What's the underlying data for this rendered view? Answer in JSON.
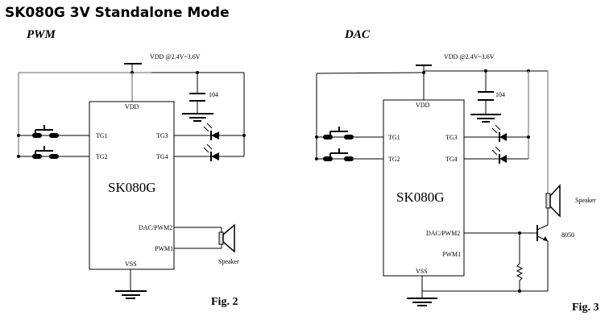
{
  "title": "SK080G 3V Standalone Mode",
  "diagrams": [
    {
      "id": "fig2",
      "mode_label": "PWM",
      "supply_label": "VDD @2.4V~3.6V",
      "capacitor_label": "104",
      "chip_name": "SK080G",
      "pins": {
        "vdd": "VDD",
        "tg1": "TG1",
        "tg2": "TG2",
        "tg3": "TG3",
        "tg4": "TG4",
        "dac_pwm2": "DAC/PWM2",
        "pwm1": "PWM1",
        "vss": "VSS"
      },
      "speaker_label": "Speaker",
      "figure_label": "Fig. 2"
    },
    {
      "id": "fig3",
      "mode_label": "DAC",
      "supply_label": "VDD @2.4V~3.6V",
      "capacitor_label": "104",
      "chip_name": "SK080G",
      "pins": {
        "vdd": "VDD",
        "tg1": "TG1",
        "tg2": "TG2",
        "tg3": "TG3",
        "tg4": "TG4",
        "dac_pwm2": "DAC/PWM2",
        "pwm1": "PWM1",
        "vss": "VSS"
      },
      "speaker_label": "Speaker",
      "transistor_label": "8050",
      "figure_label": "Fig. 3"
    }
  ]
}
